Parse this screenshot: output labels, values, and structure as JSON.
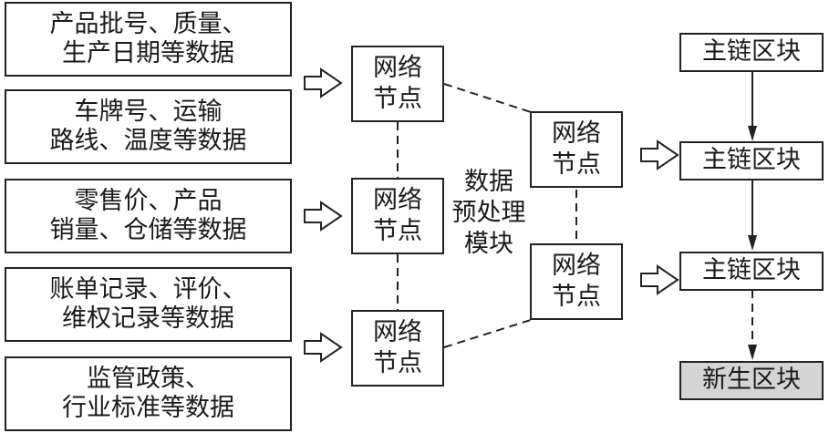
{
  "data_sources": [
    {
      "line1": "产品批号、质量、",
      "line2": "生产日期等数据"
    },
    {
      "line1": "车牌号、运输",
      "line2": "路线、温度等数据"
    },
    {
      "line1": "零售价、产品",
      "line2": "销量、仓储等数据"
    },
    {
      "line1": "账单记录、评价、",
      "line2": "维权记录等数据"
    },
    {
      "line1": "监管政策、",
      "line2": "行业标准等数据"
    }
  ],
  "network_nodes": [
    {
      "line1": "网络",
      "line2": "节点"
    },
    {
      "line1": "网络",
      "line2": "节点"
    },
    {
      "line1": "网络",
      "line2": "节点"
    },
    {
      "line1": "网络",
      "line2": "节点"
    },
    {
      "line1": "网络",
      "line2": "节点"
    }
  ],
  "preprocess_module": {
    "line1": "数据",
    "line2": "预处理",
    "line3": "模块"
  },
  "chain_blocks": [
    {
      "label": "主链区块"
    },
    {
      "label": "主链区块"
    },
    {
      "label": "主链区块"
    },
    {
      "label": "新生区块"
    }
  ],
  "colors": {
    "new_block_fill": "#d4d4d4",
    "stroke": "#222222"
  }
}
